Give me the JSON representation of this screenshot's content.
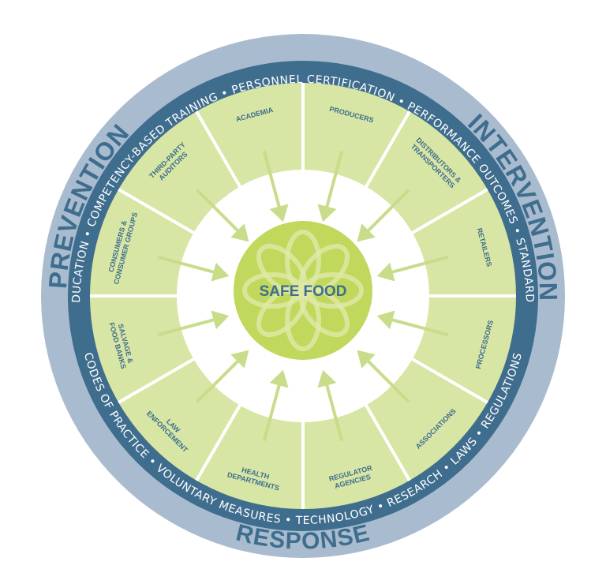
{
  "diagram": {
    "center_label": "SAFE FOOD",
    "outer_labels": {
      "prevention": "PREVENTION",
      "intervention": "INTERVENTION",
      "response": "RESPONSE"
    },
    "ring_text_top": "EDUCATION • COMPETENCY-BASED TRAINING • PERSONNEL CERTIFICATION • PERFORMANCE OUTCOMES • STANDARDS",
    "ring_text_bottom": "CODES OF PRACTICE • VOLUNTARY MEASURES • TECHNOLOGY • RESEARCH • LAWS • REGULATIONS",
    "sectors": [
      {
        "lines": [
          "PRODUCERS"
        ]
      },
      {
        "lines": [
          "DISTRIBUTORS &",
          "TRANSPORTERS"
        ]
      },
      {
        "lines": [
          "RETAILERS"
        ]
      },
      {
        "lines": [
          "PROCESSORS"
        ]
      },
      {
        "lines": [
          "ASSOCIATIONS"
        ]
      },
      {
        "lines": [
          "REGULATOR",
          "AGENCIES"
        ]
      },
      {
        "lines": [
          "HEALTH",
          "DEPARTMENTS"
        ]
      },
      {
        "lines": [
          "LAW",
          "ENFORCEMENT"
        ]
      },
      {
        "lines": [
          "SALVAGE &",
          "FOOD BANKS"
        ]
      },
      {
        "lines": [
          "CONSUMERS &",
          "CONSUMER GROUPS"
        ]
      },
      {
        "lines": [
          "THIRD-PARTY",
          "AUDITORS"
        ]
      },
      {
        "lines": [
          "ACADEMIA"
        ]
      }
    ],
    "colors": {
      "outer_ring": "#a9bccf",
      "dark_ring": "#3f6d8e",
      "sector_fill": "#d7e6a4",
      "center_fill": "#c0d85c",
      "arrow": "#c8dc8a",
      "label": "#3f6d8e"
    }
  }
}
